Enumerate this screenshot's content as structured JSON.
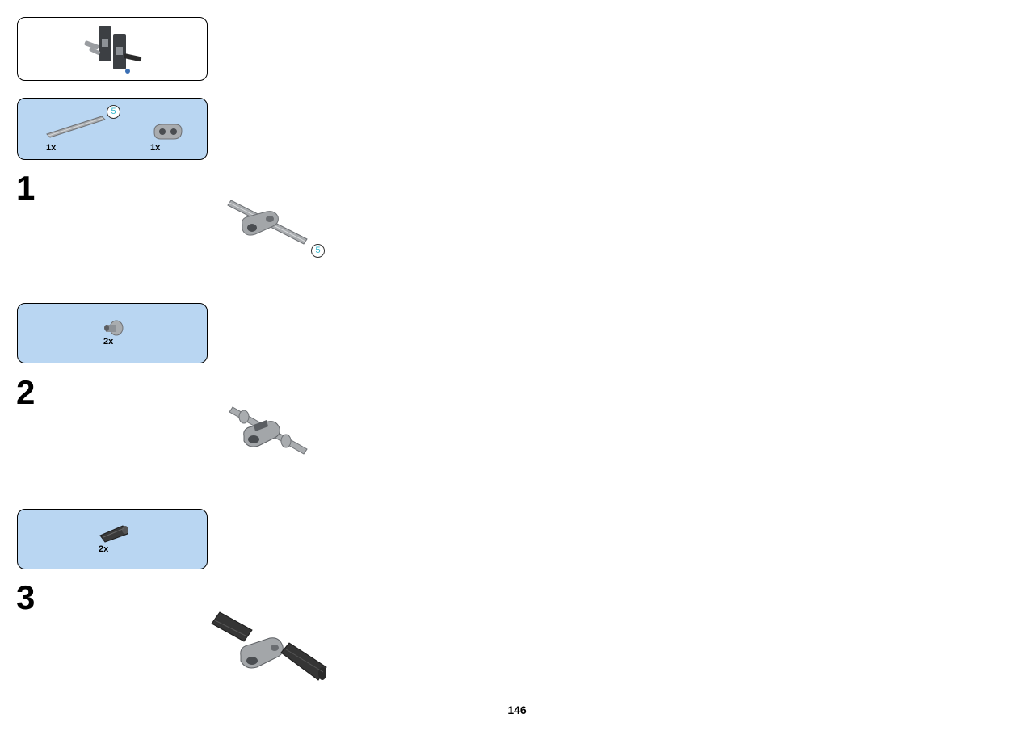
{
  "colors": {
    "panel_blue": "#b9d6f2",
    "callout_text": "#2bb3c9",
    "part_light_gray": "#a9acaf",
    "part_dark_gray": "#5b5e62",
    "part_black": "#2a2a2a"
  },
  "submodel_preview": {
    "icon": "assembly-preview-icon"
  },
  "steps": [
    {
      "number": "1",
      "parts": [
        {
          "icon": "axle-icon",
          "quantity": "1x",
          "length": "5"
        },
        {
          "icon": "liftarm-connector-icon",
          "quantity": "1x"
        }
      ],
      "callout": "5"
    },
    {
      "number": "2",
      "parts": [
        {
          "icon": "bushing-icon",
          "quantity": "2x"
        }
      ]
    },
    {
      "number": "3",
      "parts": [
        {
          "icon": "axle-connector-icon",
          "quantity": "2x"
        }
      ]
    }
  ],
  "page_number": "146"
}
